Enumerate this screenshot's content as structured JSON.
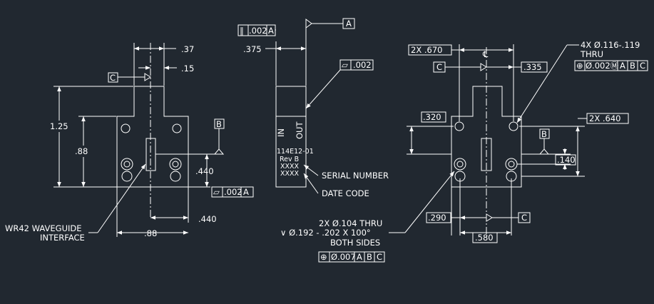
{
  "left_view": {
    "dim_037": ".37",
    "dim_015": ".15",
    "datum_c": "C",
    "dim_125": "1.25",
    "dim_088_vertical": ".88",
    "dim_0440_vertical": ".440",
    "datum_b": "B",
    "flatness_symbol": "⏥",
    "flatness_tol": ".002",
    "flatness_datum": "A",
    "dim_0440_horizontal": ".440",
    "dim_088_horizontal": ".88",
    "callout_line1": "WR42 WAVEGUIDE",
    "callout_line2": "INTERFACE"
  },
  "middle_view": {
    "parallel_symbol": "∥",
    "parallel_tol": ".002",
    "parallel_datum": "A",
    "datum_a": "A",
    "dim_0375": ".375",
    "flat_symbol": "▱",
    "flat_tol": ".002",
    "label_in": "IN",
    "label_out": "OUT",
    "part_number": "114E12-01",
    "rev": "Rev B",
    "serial_xxxx": "XXXX",
    "date_xxxx": "XXXX",
    "serial_label": "SERIAL NUMBER",
    "date_label": "DATE CODE"
  },
  "bottom_note": {
    "line1": "2X Ø.104 THRU",
    "line2": "∨ Ø.192 - .202 X 100°",
    "line3": "BOTH SIDES",
    "position_symbol": "⊕",
    "position_tol": "Ø.007",
    "datum_1": "A",
    "datum_2": "B",
    "datum_3": "C"
  },
  "right_view": {
    "dim_2x_0670": "2X .670",
    "centerline_symbol": "℄",
    "datum_c_top": "C",
    "dim_0335": ".335",
    "hole_note_line1": "4X Ø.116-.119",
    "hole_note_line2": "THRU",
    "pos_symbol": "⊕",
    "pos_tol": "Ø.002Ⓜ",
    "pos_datum_1": "A",
    "pos_datum_2": "B",
    "pos_datum_3": "C",
    "dim_0320": ".320",
    "dim_2x_0640": "2X .640",
    "datum_b": "B",
    "dim_0140": ".140",
    "dim_0290": ".290",
    "datum_c_bottom": "C",
    "dim_0580": ".580"
  }
}
